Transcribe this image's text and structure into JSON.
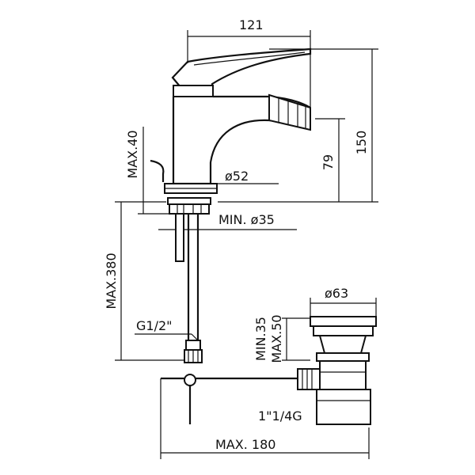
{
  "colors": {
    "line": "#111111",
    "background": "#ffffff"
  },
  "dimensions": {
    "top_width": "121",
    "total_height": "150",
    "spout_height": "79",
    "handle_lift": "MAX.40",
    "base_diameter": "ø52",
    "hole_diameter": "MIN. ø35",
    "hose_length": "MAX.380",
    "connection_thread": "G1/2\"",
    "drain_diameter": "ø63",
    "drain_min": "MIN.35",
    "drain_max": "MAX.50",
    "drain_thread": "1\"1/4G",
    "reach": "MAX. 180"
  }
}
